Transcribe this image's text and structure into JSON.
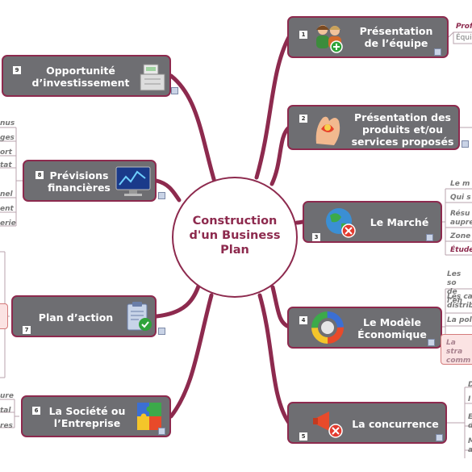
{
  "center": {
    "title": "Construction\nd'un Business\nPlan"
  },
  "branches": [
    {
      "number": "1",
      "label": "Présentation\nde l’équipe",
      "icon": "team-add-icon"
    },
    {
      "number": "2",
      "label": "Présentation des\nproduits et/ou\nservices proposés",
      "icon": "hand-gift-icon"
    },
    {
      "number": "3",
      "label": "Le Marché",
      "icon": "globe-blocked-icon"
    },
    {
      "number": "4",
      "label": "Le Modèle\nÉconomique",
      "icon": "color-wheel-icon"
    },
    {
      "number": "5",
      "label": "La concurrence",
      "icon": "megaphone-blocked-icon"
    },
    {
      "number": "6",
      "label": "La Société ou\nl’Entreprise",
      "icon": "puzzle-icon"
    },
    {
      "number": "7",
      "label": "Plan d’action",
      "icon": "clipboard-check-icon"
    },
    {
      "number": "8",
      "label": "Prévisions\nfinancières",
      "icon": "monitor-chart-icon"
    },
    {
      "number": "9",
      "label": "Opportunité\nd’investissement",
      "icon": "cash-register-icon"
    }
  ],
  "topics": {
    "t1": [
      "Prof",
      "Équi"
    ],
    "t3": [
      "Le m",
      "Qui s",
      "Résu\naupre",
      "Zone",
      "Étude"
    ],
    "t4": [
      "Les so\nde l’en",
      "Les ca\ndistrib",
      "La pol",
      "La stra\ncomm"
    ],
    "t5": [
      "D",
      "I",
      "E\nd",
      "M\na"
    ],
    "t6": [
      "ure",
      "tal",
      "res"
    ],
    "t8": [
      "nus",
      "ges",
      "ort",
      "tat",
      "nel",
      "ent",
      "erie"
    ]
  },
  "colors": {
    "accent": "#8d2a4e",
    "node": "#6e6e72"
  }
}
